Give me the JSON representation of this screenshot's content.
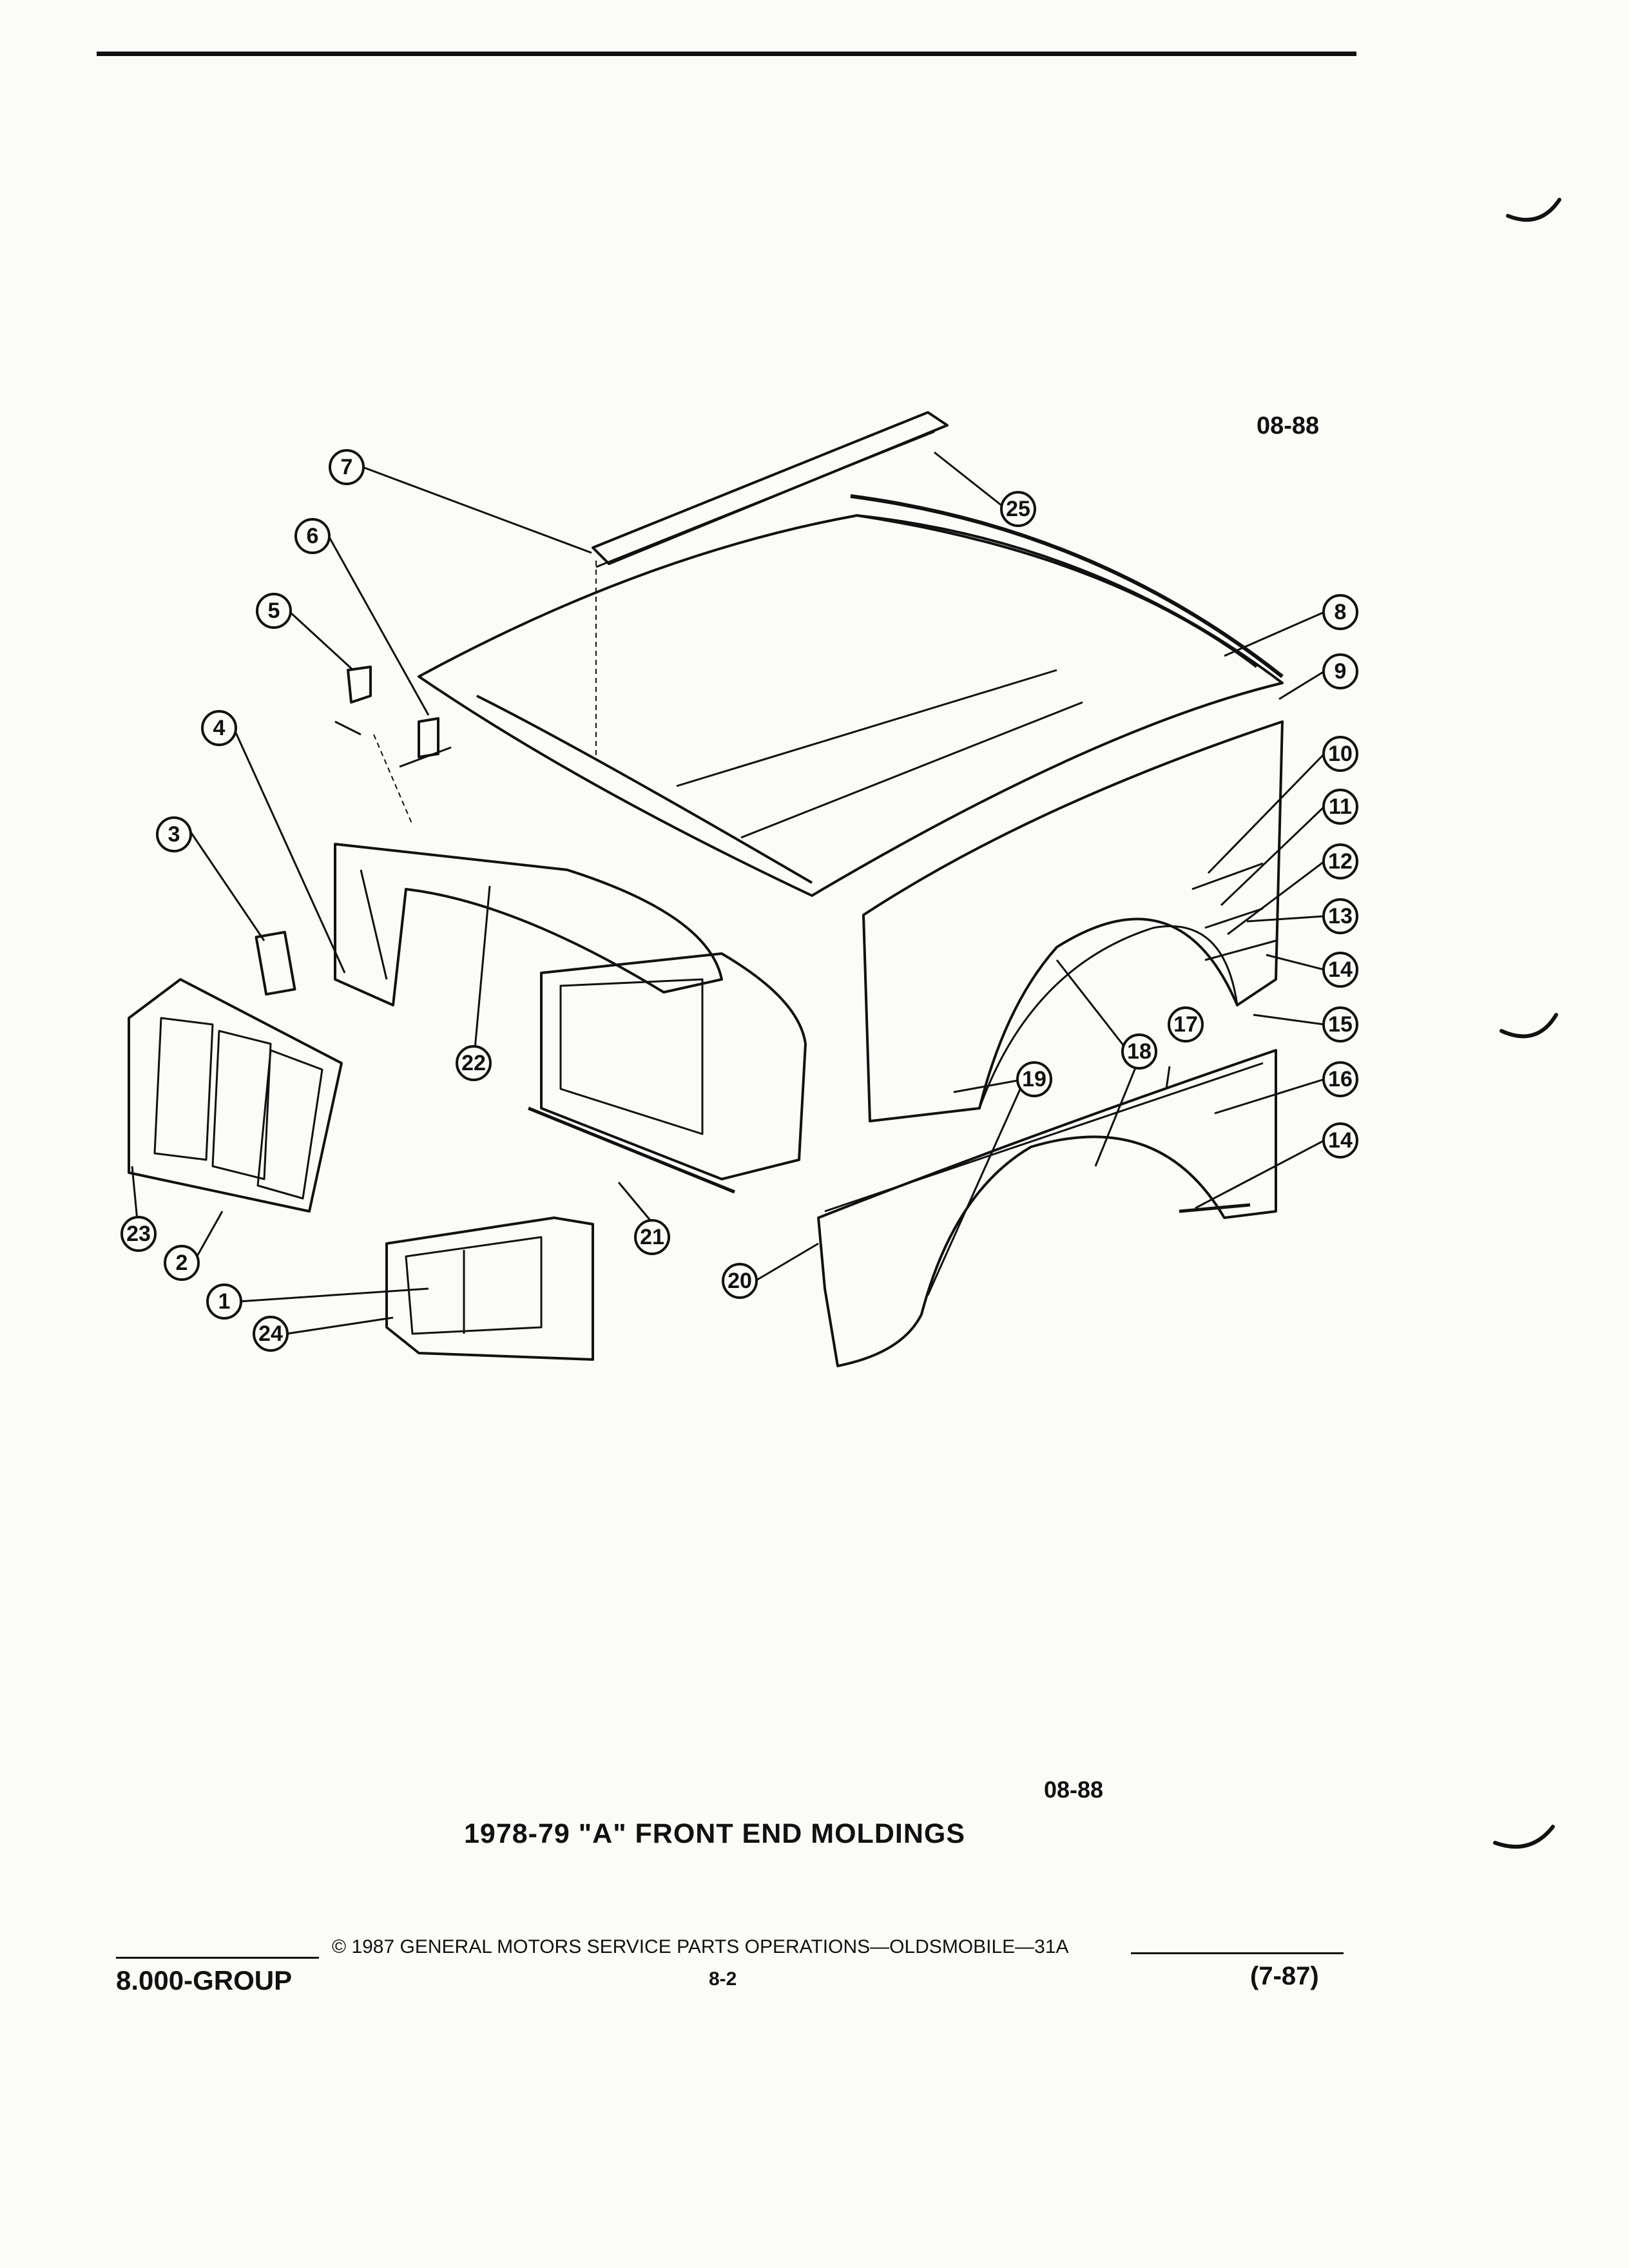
{
  "header": {
    "figure_code_top": "08-88"
  },
  "diagram": {
    "callouts": [
      "1",
      "2",
      "3",
      "4",
      "5",
      "6",
      "7",
      "8",
      "9",
      "10",
      "11",
      "12",
      "13",
      "14",
      "15",
      "16",
      "17",
      "18",
      "19",
      "20",
      "21",
      "22",
      "23",
      "24",
      "25"
    ]
  },
  "caption": {
    "figure_code": "08-88",
    "title": "1978-79 \"A\" FRONT END MOLDINGS"
  },
  "footer": {
    "copyright": "© 1987 GENERAL MOTORS SERVICE PARTS OPERATIONS—OLDSMOBILE—31A",
    "group": "8.000-GROUP",
    "page": "8-2",
    "revision": "(7-87)"
  }
}
